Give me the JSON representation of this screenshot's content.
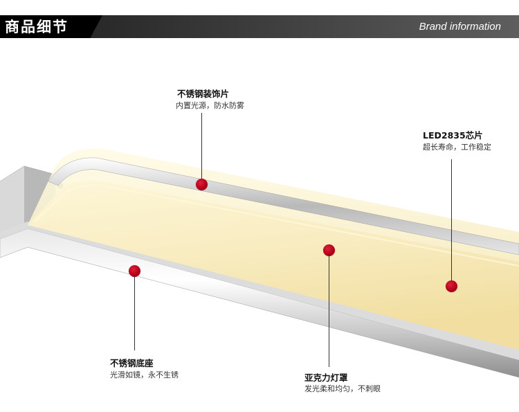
{
  "header": {
    "title": "商品细节",
    "subtitle": "Brand information"
  },
  "callouts": [
    {
      "title": "不锈钢装饰片",
      "desc": "内置光源，防水防雾"
    },
    {
      "title": "LED2835芯片",
      "desc": "超长寿命，工作稳定"
    },
    {
      "title": "不锈钢底座",
      "desc": "光滑如镜，永不生锈"
    },
    {
      "title": "亚克力灯罩",
      "desc": "发光柔和均匀，不刺眼"
    }
  ],
  "colors": {
    "header_dark": "#000000",
    "header_gradient_end": "#5e5e5e",
    "marker_red": "#b4001a",
    "lamp_glow": "#f8ecc0"
  }
}
